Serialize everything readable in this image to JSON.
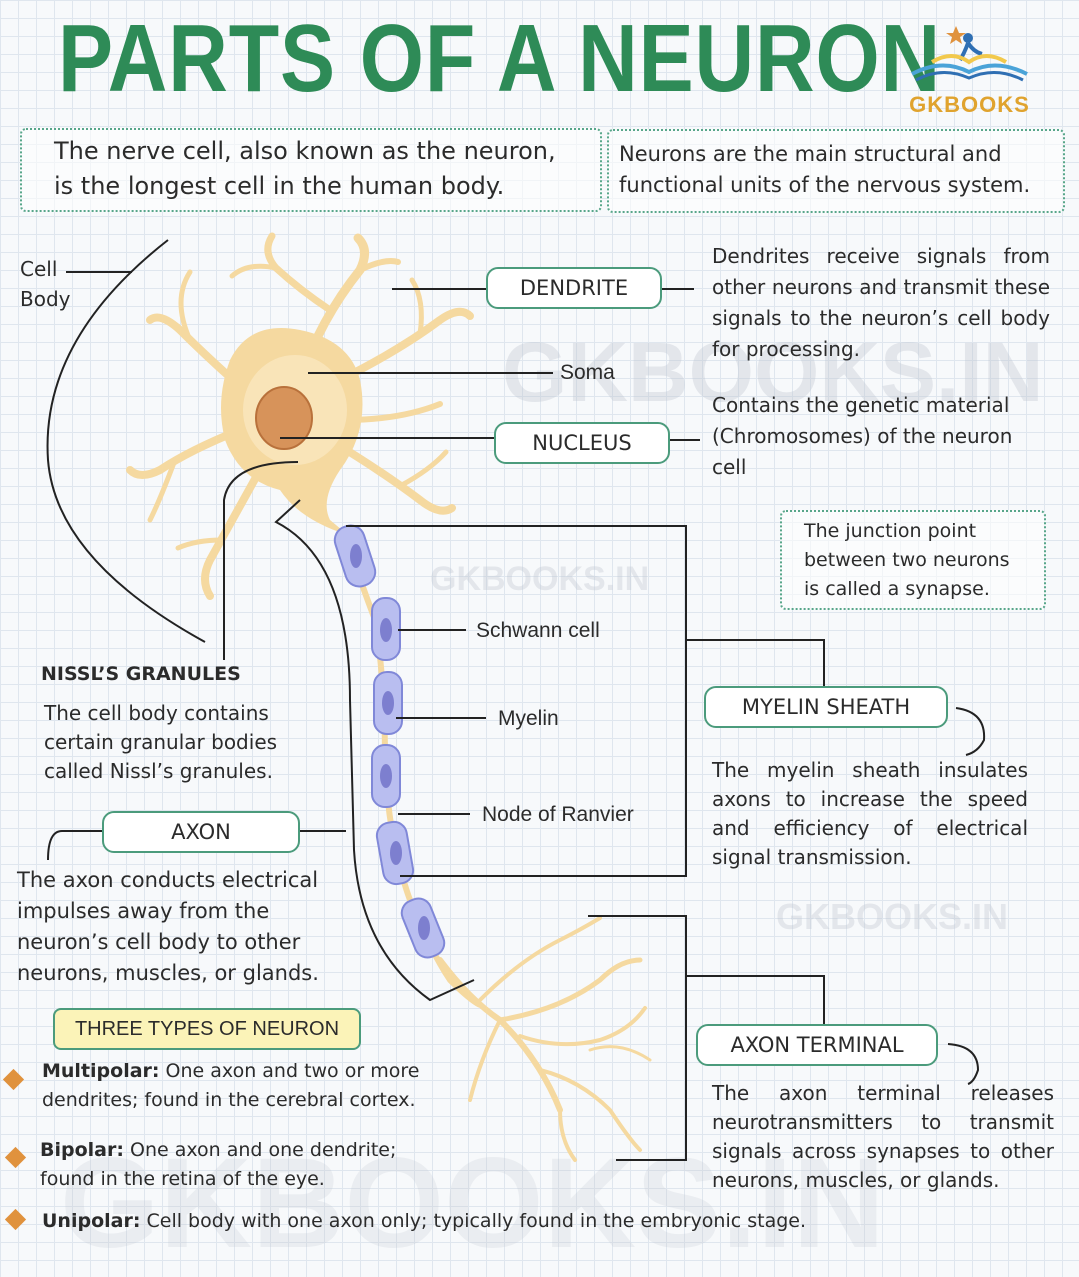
{
  "title": "PARTS OF A NEURON",
  "logo": {
    "text": "GKBOOKS"
  },
  "watermark": "GKBOOKS.IN",
  "intro": {
    "left_line1": "The nerve cell, also known as the neuron,",
    "left_line2": "is the longest cell in the human body.",
    "right_line1": "Neurons are the main structural and",
    "right_line2": "functional units of the nervous system."
  },
  "labels": {
    "cell_body_1": "Cell",
    "cell_body_2": "Body",
    "dendrite": "DENDRITE",
    "soma": "Soma",
    "nucleus": "NUCLEUS",
    "schwann": "Schwann cell",
    "myelin": "Myelin",
    "node": "Node of Ranvier",
    "myelin_sheath": "MYELIN SHEATH",
    "axon": "AXON",
    "axon_terminal": "AXON TERMINAL",
    "nissl": "NISSL’S GRANULES"
  },
  "descriptions": {
    "dendrite": "Dendrites receive signals from other neurons and transmit these signals to the neuron’s cell body for processing.",
    "nucleus": "Contains the genetic material (Chromosomes) of the neuron cell",
    "synapse": "The junction point between two neurons is called a synapse.",
    "nissl": "The cell body contains certain granular bodies called Nissl’s granules.",
    "myelin_sheath": "The myelin sheath insulates axons to increase the speed and efficiency of electrical signal transmission.",
    "axon": "The axon conducts electrical impulses away from the neuron’s cell body to other neurons, muscles, or glands.",
    "axon_terminal": "The axon terminal releases neurotransmitters to transmit signals across synapses to other neurons, muscles, or glands."
  },
  "types": {
    "heading": "THREE TYPES OF NEURON",
    "items": [
      {
        "name": "Multipolar:",
        "text": "One axon and two or more dendrites; found in the cerebral cortex."
      },
      {
        "name": "Bipolar:",
        "text": "One axon and one dendrite; found in the retina of the eye."
      },
      {
        "name": "Unipolar:",
        "text": "Cell body with one axon only; typically found in the embryonic stage."
      }
    ]
  },
  "colors": {
    "title": "#2e8b57",
    "accent_border": "#4b9b7c",
    "neuron": "#f5d9a0",
    "nucleus": "#d7935a",
    "schwann": "#b9bef0",
    "diamond": "#e0923d",
    "types_heading_bg": "#fbf3b8"
  }
}
